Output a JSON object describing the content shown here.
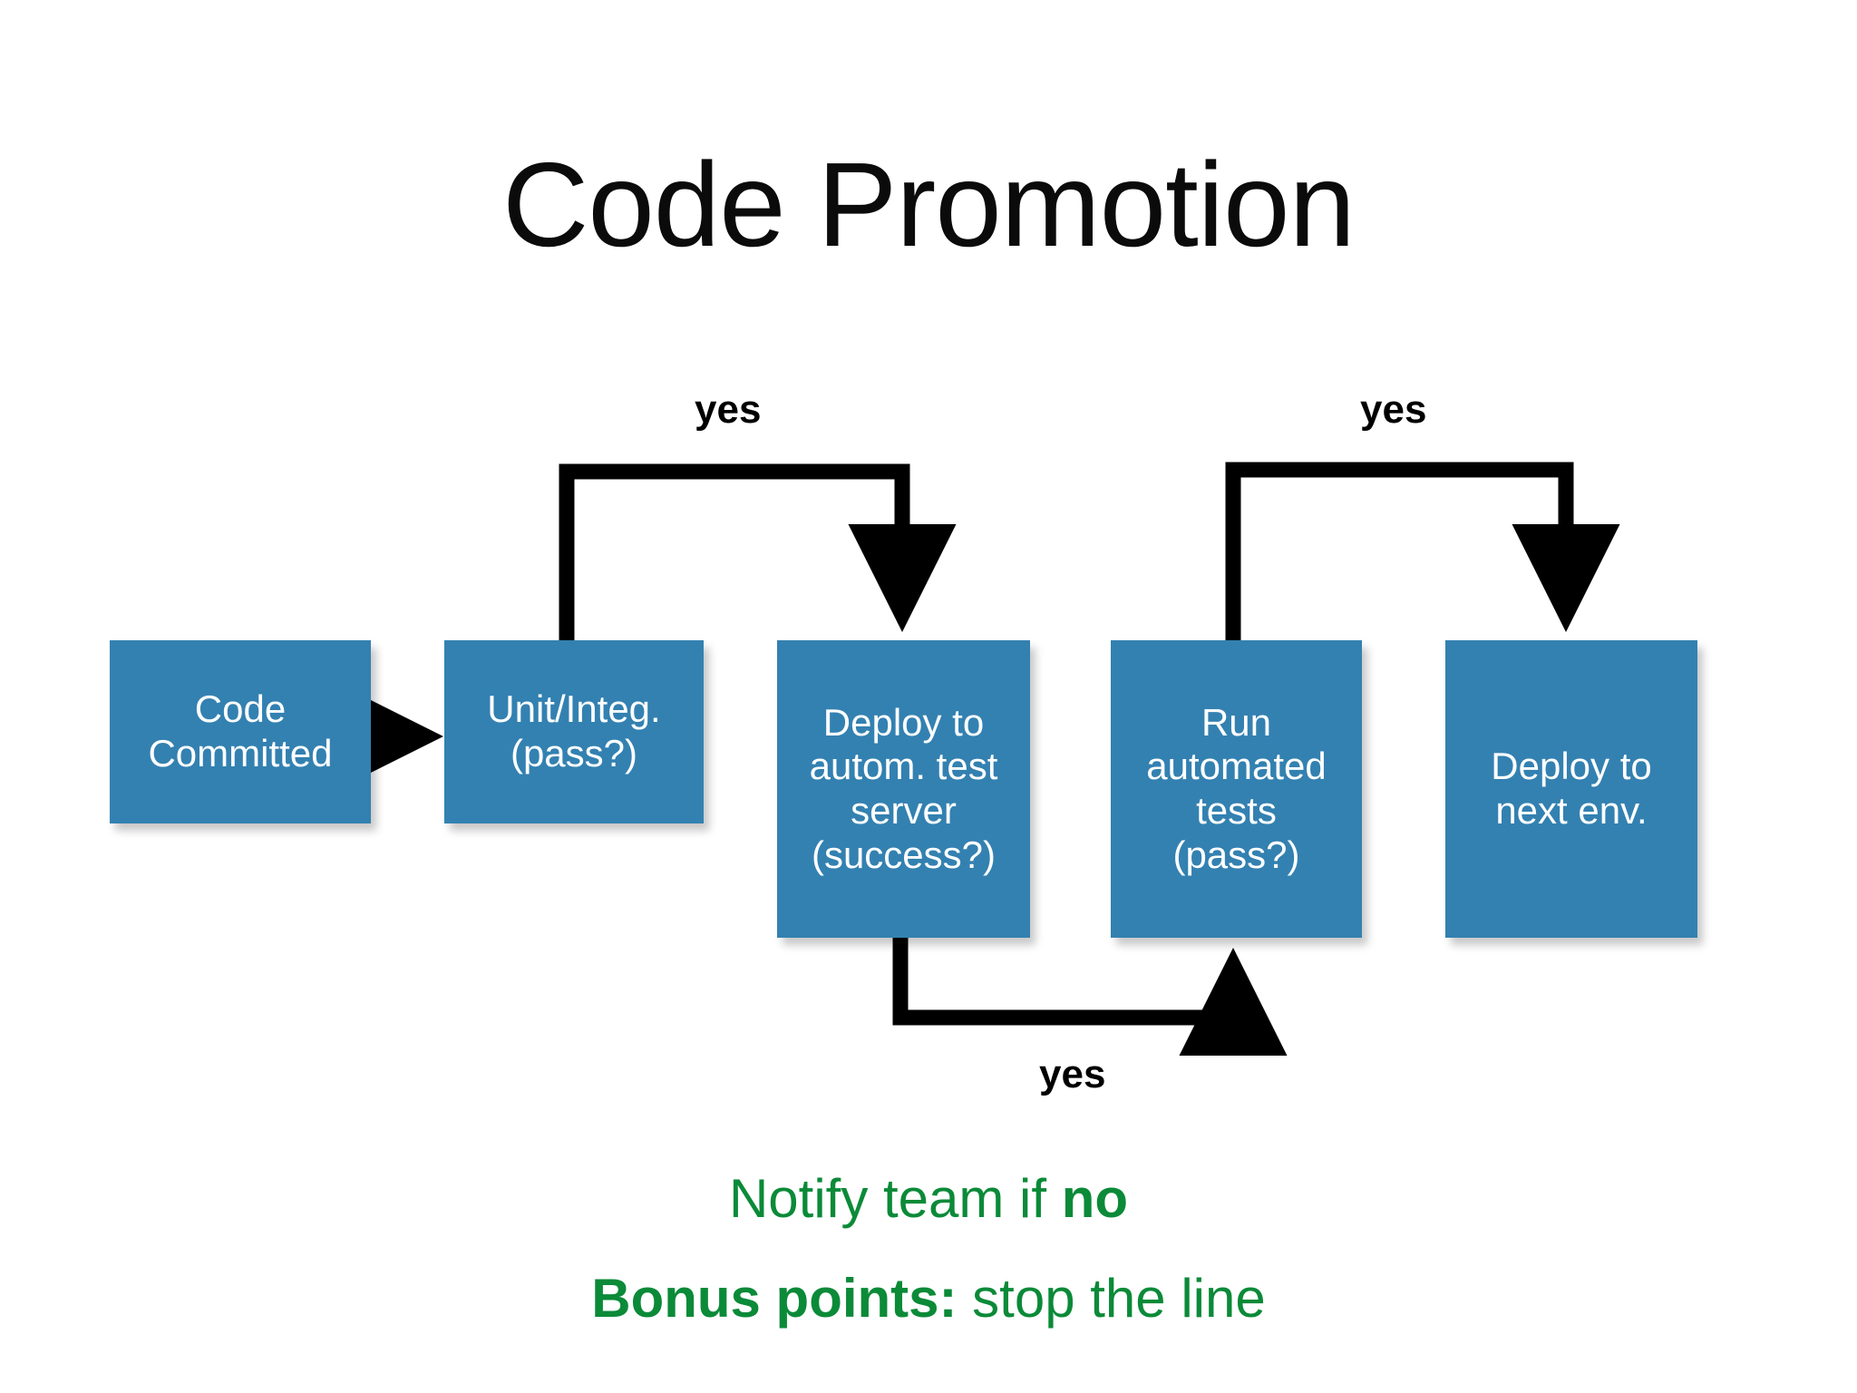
{
  "slide": {
    "title": "Code Promotion",
    "background_color": "#ffffff",
    "title_color": "#000000"
  },
  "theme": {
    "box_fill": "#3381b1",
    "box_text": "#ffffff",
    "connector_color": "#000000",
    "note_color": "#0b8a38"
  },
  "flow": {
    "boxes": [
      {
        "id": "code-committed",
        "label": "Code\nCommitted"
      },
      {
        "id": "unit-integ",
        "label": "Unit/Integ.\n(pass?)"
      },
      {
        "id": "deploy-test",
        "label": "Deploy to\nautom. test\nserver\n(success?)"
      },
      {
        "id": "run-tests",
        "label": "Run\nautomated\ntests\n(pass?)"
      },
      {
        "id": "deploy-next",
        "label": "Deploy to\nnext env."
      }
    ],
    "connector_labels": [
      {
        "id": "yes-1",
        "text": "yes"
      },
      {
        "id": "yes-2",
        "text": "yes"
      },
      {
        "id": "yes-3",
        "text": "yes"
      }
    ]
  },
  "notes": {
    "line1_plain": "Notify team if ",
    "line1_bold": "no",
    "line2_bold": "Bonus points:",
    "line2_plain": " stop the line"
  }
}
